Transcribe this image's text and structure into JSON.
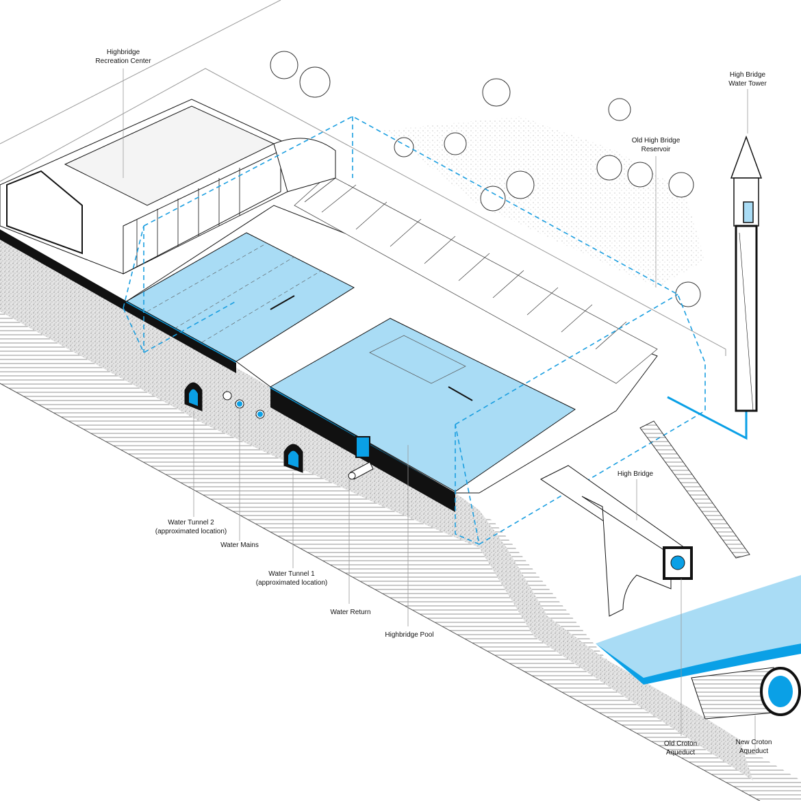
{
  "colors": {
    "water": "#a9dcf5",
    "water_dark": "#0aa0e6",
    "dashed": "#1a9ee0",
    "ink": "#111111",
    "ground": "#d9d9d9"
  },
  "labels": {
    "rec_center": [
      "Highbridge",
      "Recreation Center"
    ],
    "water_tower": [
      "High Bridge",
      "Water Tower"
    ],
    "reservoir": [
      "Old High Bridge",
      "Reservoir"
    ],
    "high_bridge": [
      "High Bridge"
    ],
    "tunnel2": [
      "Water Tunnel 2",
      "(approximated location)"
    ],
    "water_mains": [
      "Water Mains"
    ],
    "tunnel1": [
      "Water Tunnel 1",
      "(approximated location)"
    ],
    "water_return": [
      "Water Return"
    ],
    "pool": [
      "Highbridge Pool"
    ],
    "old_aqueduct": [
      "Old Croton",
      "Aqueduct"
    ],
    "new_aqueduct": [
      "New Croton",
      "Aqueduct"
    ]
  }
}
